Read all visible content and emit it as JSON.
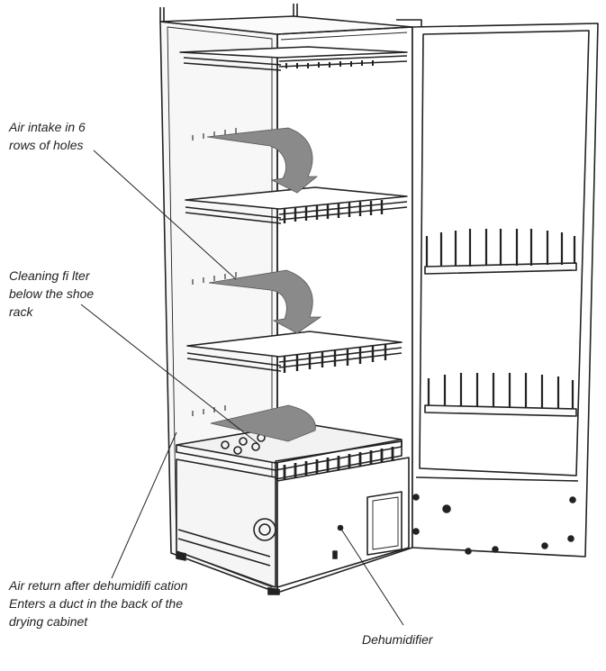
{
  "callouts": {
    "air_intake": [
      "Air intake in 6",
      "rows of holes"
    ],
    "cleaning_filter": [
      "Cleaning fi lter",
      "below the shoe",
      "rack"
    ],
    "air_return": [
      "Air return after dehumidifi cation",
      "Enters a duct in the back of the",
      "drying cabinet"
    ],
    "dehumidifier": [
      "Dehumidifier"
    ]
  },
  "colors": {
    "line": "#222222",
    "arrow_fill": "#8a8a8a",
    "panel": "#f4f4f4"
  }
}
